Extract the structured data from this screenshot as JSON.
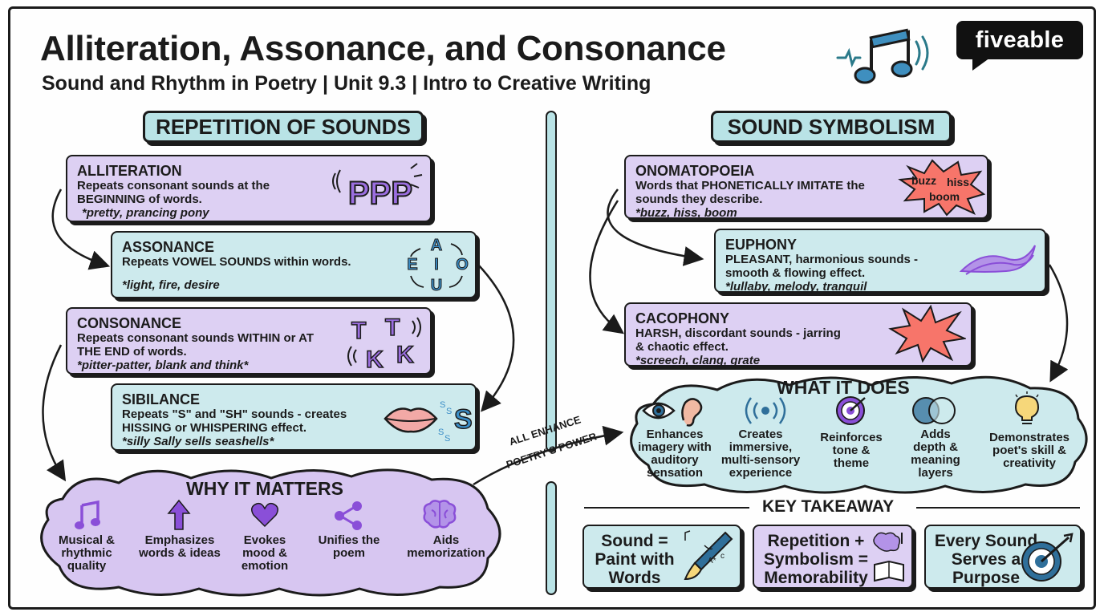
{
  "header": {
    "title": "Alliteration, Assonance, and Consonance",
    "subtitle": "Sound and Rhythm in Poetry | Unit 9.3 | Intro to Creative Writing",
    "logo": "fiveable"
  },
  "left": {
    "heading": "REPETITION OF SOUNDS",
    "cards": [
      {
        "title": "ALLITERATION",
        "lines": [
          "Repeats consonant sounds at the",
          "BEGINNING of words."
        ],
        "example": "*pretty, prancing pony",
        "art": "PPP"
      },
      {
        "title": "ASSONANCE",
        "lines": [
          "Repeats VOWEL SOUNDS within words."
        ],
        "example": "*light, fire, desire",
        "art": [
          "A",
          "E",
          "I",
          "O",
          "U"
        ]
      },
      {
        "title": "CONSONANCE",
        "lines": [
          "Repeats consonant sounds WITHIN or AT",
          "THE END of words."
        ],
        "example": "*pitter-patter, blank and think*",
        "art": [
          "T",
          "T",
          "K",
          "K"
        ]
      },
      {
        "title": "SIBILANCE",
        "lines": [
          "Repeats \"S\" and \"SH\" sounds - creates",
          "HISSING or WHISPERING effect."
        ],
        "example": "*silly Sally sells seashells*",
        "art": "S"
      }
    ],
    "matters": {
      "heading": "WHY IT MATTERS",
      "items": [
        "Musical & rhythmic quality",
        "Emphasizes words & ideas",
        "Evokes mood & emotion",
        "Unifies the poem",
        "Aids memorization"
      ]
    }
  },
  "connector": {
    "line1": "ALL ENHANCE",
    "line2": "POETRY'S POWER"
  },
  "right": {
    "heading": "SOUND SYMBOLISM",
    "cards": [
      {
        "title": "ONOMATOPOEIA",
        "lines": [
          "Words that PHONETICALLY IMITATE the",
          "sounds they describe."
        ],
        "example": "*buzz, hiss, boom",
        "art": [
          "buzz",
          "hiss",
          "boom"
        ]
      },
      {
        "title": "EUPHONY",
        "lines": [
          "PLEASANT, harmonious sounds -",
          "smooth & flowing effect."
        ],
        "example": "*lullaby, melody, tranquil"
      },
      {
        "title": "CACOPHONY",
        "lines": [
          "HARSH, discordant sounds - jarring",
          "& chaotic effect."
        ],
        "example": "*screech, clang, grate"
      }
    ],
    "does": {
      "heading": "WHAT IT DOES",
      "items": [
        "Enhances imagery with auditory sensation",
        "Creates immersive, multi-sensory experience",
        "Reinforces tone & theme",
        "Adds depth & meaning layers",
        "Demonstrates poet's skill & creativity"
      ]
    }
  },
  "takeaway": {
    "heading": "KEY TAKEAWAY",
    "boxes": [
      {
        "text": "Sound = Paint with Words"
      },
      {
        "text": "Repetition + Symbolism = Memorability"
      },
      {
        "text": "Every Sound Serves a Purpose"
      }
    ]
  },
  "colors": {
    "purple": "#ddd0f3",
    "teal": "#cdeaed",
    "heading_teal": "#b9e3e6",
    "cloud_purple": "#d7c6f1",
    "ink": "#1b1b1b",
    "accent_purple": "#8a4fd8",
    "accent_blue": "#2f6f9a"
  }
}
